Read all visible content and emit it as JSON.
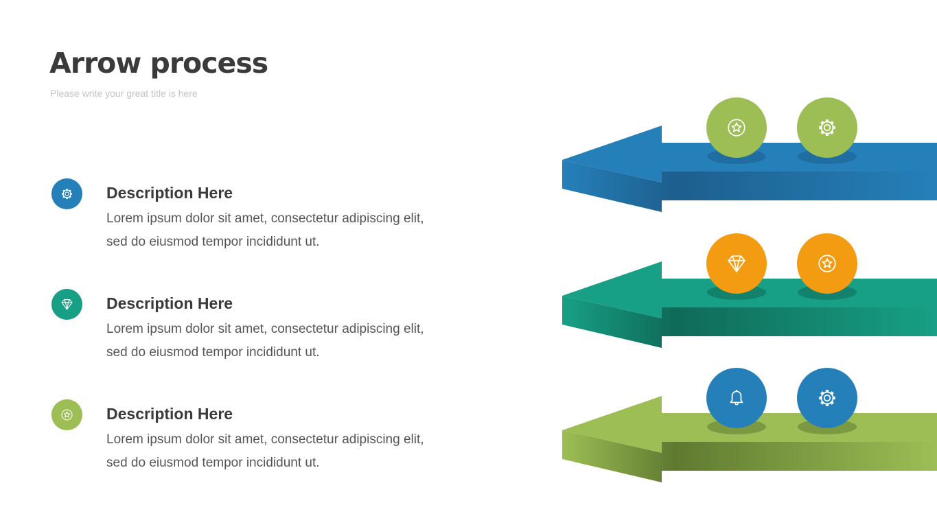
{
  "title": "Arrow process",
  "subtitle": "Please write your great title is here",
  "items": [
    {
      "title": "Description Here",
      "line1": "Lorem ipsum dolor sit amet, consectetur adipiscing elit,",
      "line2": "sed do eiusmod tempor incididunt ut.",
      "icon": "gear-icon",
      "color": "#2580b9"
    },
    {
      "title": "Description Here",
      "line1": "Lorem ipsum dolor sit amet, consectetur adipiscing elit,",
      "line2": "sed do eiusmod tempor incididunt ut.",
      "icon": "diamond-icon",
      "color": "#17a085"
    },
    {
      "title": "Description Here",
      "line1": "Lorem ipsum dolor sit amet, consectetur adipiscing elit,",
      "line2": "sed do eiusmod tempor incididunt ut.",
      "icon": "star-icon",
      "color": "#9dbe55"
    }
  ],
  "arrows": [
    {
      "color": "#2580b9",
      "dark": "#1d5f8e",
      "circle": "#9dbe55",
      "icons": [
        "star-icon",
        "gear-icon"
      ]
    },
    {
      "color": "#17a085",
      "dark": "#0f6a58",
      "circle": "#f39c12",
      "icons": [
        "diamond-icon",
        "star-icon"
      ]
    },
    {
      "color": "#9dbe55",
      "dark": "#5f7a30",
      "circle": "#2580b9",
      "icons": [
        "bell-icon",
        "gear-icon"
      ]
    }
  ]
}
